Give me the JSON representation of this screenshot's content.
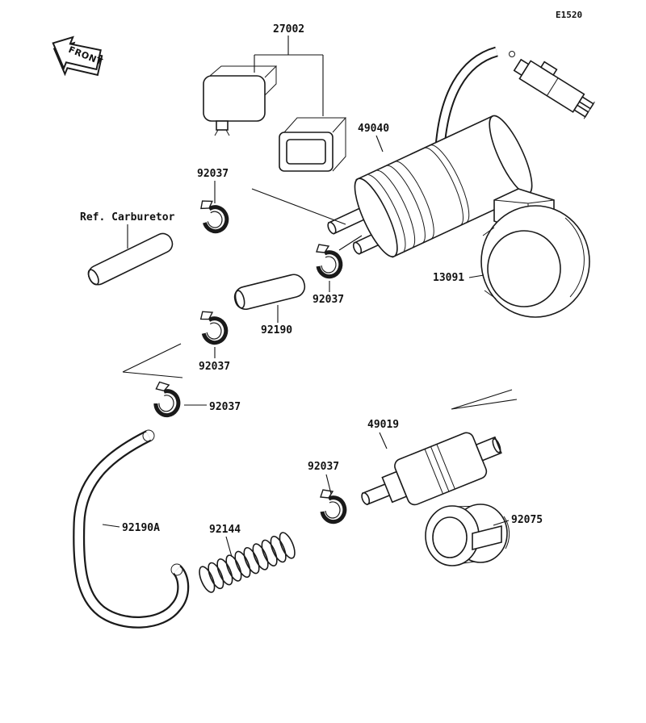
{
  "diagram": {
    "code": "E1520",
    "front": "FRONT",
    "parts": {
      "relay_assembly": "27002",
      "fuel_pump": "49040",
      "clamp": "92037",
      "ref_carburetor": "Ref. Carburetor",
      "holder": "13091",
      "tube": "92190",
      "fuel_filter": "49019",
      "hose": "92190A",
      "spring": "92144",
      "damper": "92075"
    }
  }
}
